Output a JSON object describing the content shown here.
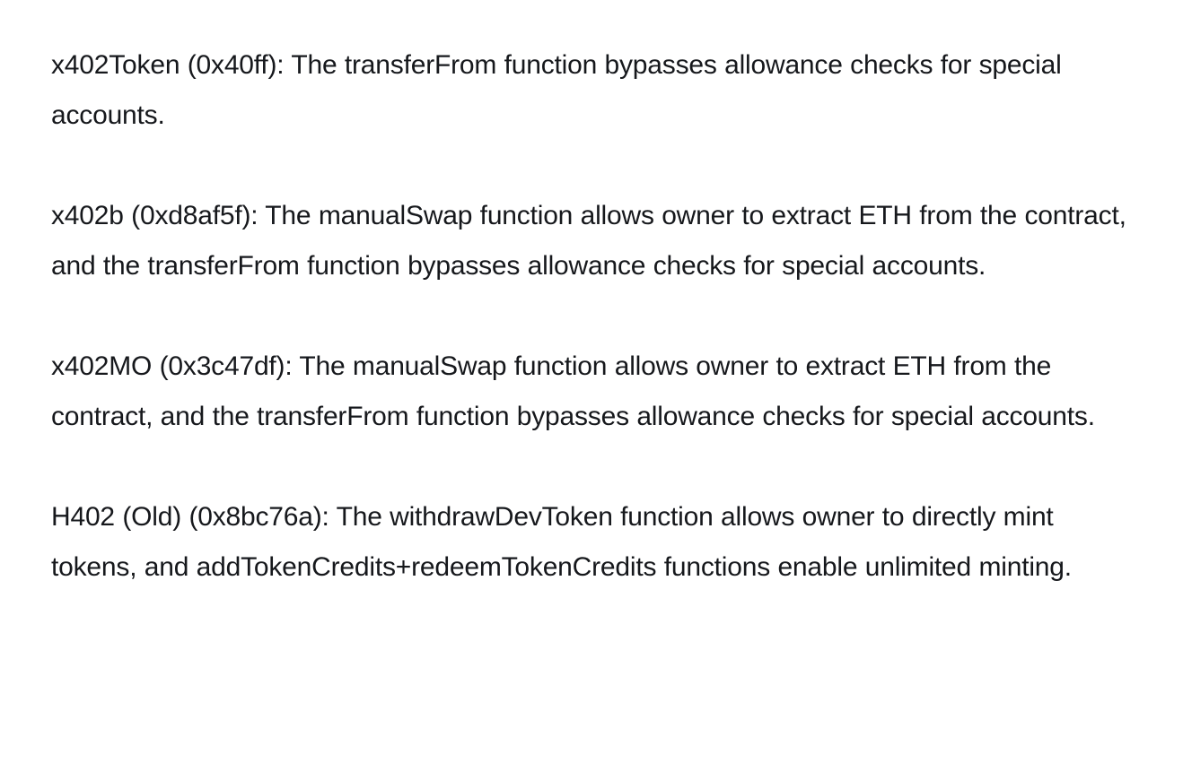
{
  "document": {
    "background_color": "#ffffff",
    "text_color": "#16181c"
  },
  "findings": [
    {
      "label": "x402Token (0x40ff):",
      "contract_name": "x402Token",
      "address": "0x40ff",
      "body": " The transferFrom function bypasses allowance checks for special accounts.",
      "full_text": "x402Token (0x40ff): The transferFrom function bypasses allowance checks for special accounts."
    },
    {
      "label": "x402b (0xd8af5f):",
      "contract_name": "x402b",
      "address": "0xd8af5f",
      "body": " The manualSwap function allows owner to extract ETH from the contract, and the transferFrom function bypasses allowance checks for special accounts.",
      "full_text": "x402b (0xd8af5f): The manualSwap function allows owner to extract ETH from the contract, and the transferFrom function bypasses allowance checks for special accounts."
    },
    {
      "label": "x402MO (0x3c47df):",
      "contract_name": "x402MO",
      "address": "0x3c47df",
      "body": " The manualSwap function allows owner to extract ETH from the contract, and the transferFrom function bypasses allowance checks for special accounts.",
      "full_text": "x402MO (0x3c47df): The manualSwap function allows owner to extract ETH from the contract, and the transferFrom function bypasses allowance checks for special accounts."
    },
    {
      "label": "H402 (Old) (0x8bc76a):",
      "contract_name": "H402 (Old)",
      "address": "0x8bc76a",
      "body": " The withdrawDevToken function allows owner to directly mint tokens, and addTokenCredits+redeemTokenCredits functions enable unlimited minting.",
      "full_text": "H402 (Old) (0x8bc76a): The withdrawDevToken function allows owner to directly mint tokens, and addTokenCredits+redeemTokenCredits functions enable unlimited minting."
    }
  ]
}
